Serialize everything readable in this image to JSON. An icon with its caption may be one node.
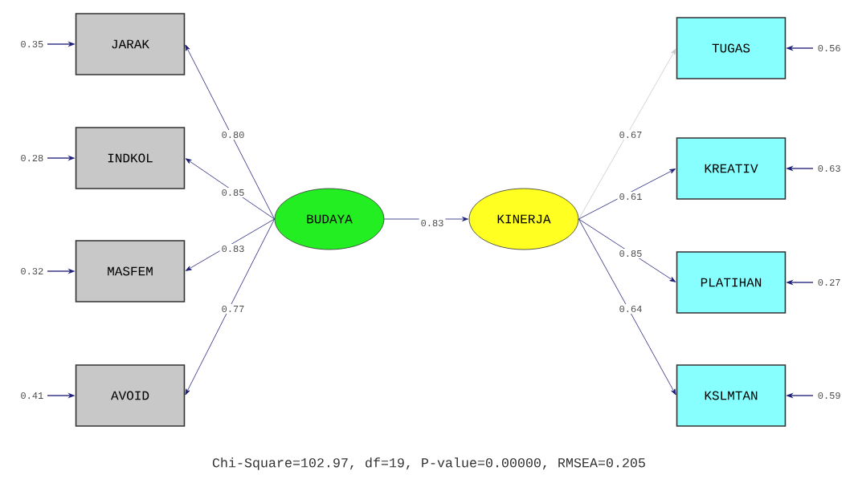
{
  "diagram": {
    "caption": "Chi-Square=102.97, df=19, P-value=0.00000, RMSEA=0.205",
    "nodes": [
      {
        "text": [
          "JARAK"
        ]
      },
      {
        "text": [
          "INDKOL"
        ]
      },
      {
        "text": [
          "MASFEM"
        ]
      },
      {
        "text": [
          "AVOID"
        ]
      },
      {
        "text": [
          "BUDAYA"
        ]
      },
      {
        "text": [
          "KINERJA"
        ]
      },
      {
        "text": [
          "TUGAS"
        ]
      },
      {
        "text": [
          "KREATIV"
        ]
      },
      {
        "text": [
          "PLATIHAN"
        ]
      },
      {
        "text": [
          "KSLMTAN"
        ]
      }
    ],
    "edges": [
      {
        "from": 4,
        "to": 0,
        "arrow": "to",
        "label": "0.80"
      },
      {
        "from": 4,
        "to": 1,
        "arrow": "to",
        "label": "0.85"
      },
      {
        "from": 4,
        "to": 2,
        "arrow": "to",
        "label": "0.83"
      },
      {
        "from": 4,
        "to": 3,
        "arrow": "to",
        "label": "0.77"
      },
      {
        "from": 4,
        "to": 5,
        "arrow": "to",
        "label": "0.83"
      },
      {
        "from": 5,
        "to": 6,
        "arrow": "to",
        "label": "0.67",
        "color": "#c8c8c8"
      },
      {
        "from": 5,
        "to": 7,
        "arrow": "to",
        "label": "0.61"
      },
      {
        "from": 5,
        "to": 8,
        "arrow": "to",
        "label": "0.85"
      },
      {
        "from": 5,
        "to": 9,
        "arrow": "to",
        "label": "0.64"
      },
      {
        "from": null,
        "to": 0,
        "arrow": "to",
        "label": "0.35"
      },
      {
        "from": null,
        "to": 1,
        "arrow": "to",
        "label": "0.28"
      },
      {
        "from": null,
        "to": 2,
        "arrow": "to",
        "label": "0.32"
      },
      {
        "from": null,
        "to": 3,
        "arrow": "to",
        "label": "0.41"
      },
      {
        "from": null,
        "to": 6,
        "arrow": "to",
        "label": "0.56"
      },
      {
        "from": null,
        "to": 7,
        "arrow": "to",
        "label": "0.63"
      },
      {
        "from": null,
        "to": 8,
        "arrow": "to",
        "label": "0.27"
      },
      {
        "from": null,
        "to": 9,
        "arrow": "to",
        "label": "0.59"
      }
    ]
  }
}
